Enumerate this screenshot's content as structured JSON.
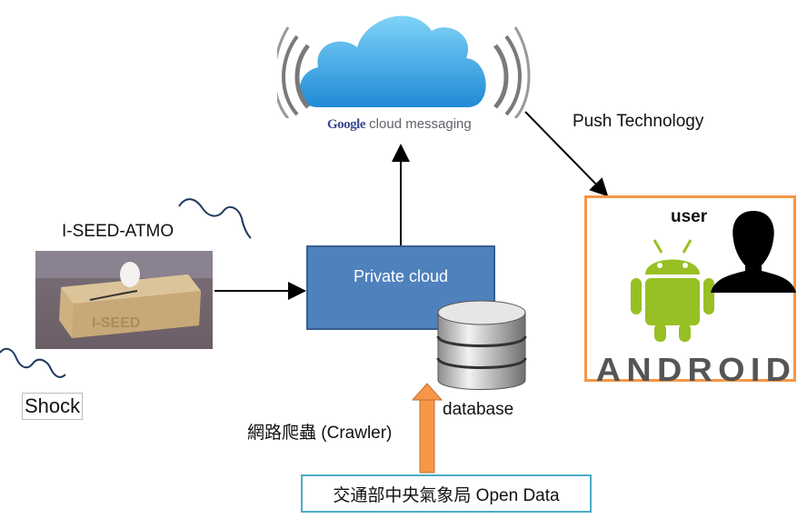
{
  "gcm": {
    "brand": "Google",
    "service": "cloud messaging",
    "icon": "cloud-icon"
  },
  "push_label": "Push Technology",
  "device": {
    "label": "I-SEED-ATMO",
    "photo_text": "I-SEED"
  },
  "private_cloud": {
    "label": "Private cloud"
  },
  "database": {
    "label": "database",
    "icon": "database-icon"
  },
  "crawler_label": "網路爬蟲 (Crawler)",
  "shock_label": "Shock",
  "open_data_label": "交通部中央氣象局 Open Data",
  "user_panel": {
    "label": "user",
    "android_wordmark": "ANDROID",
    "icons": [
      "android-robot-icon",
      "person-silhouette-icon"
    ]
  },
  "colors": {
    "cloud_light": "#7fd3f7",
    "cloud_dark": "#1f8ad6",
    "private_cloud": "#4f81bd",
    "android_green": "#97c024",
    "user_panel_border": "#f79646",
    "open_data_border": "#4bacc6",
    "upload_arrow": "#f79646",
    "squiggle": "#1f3a5f"
  }
}
